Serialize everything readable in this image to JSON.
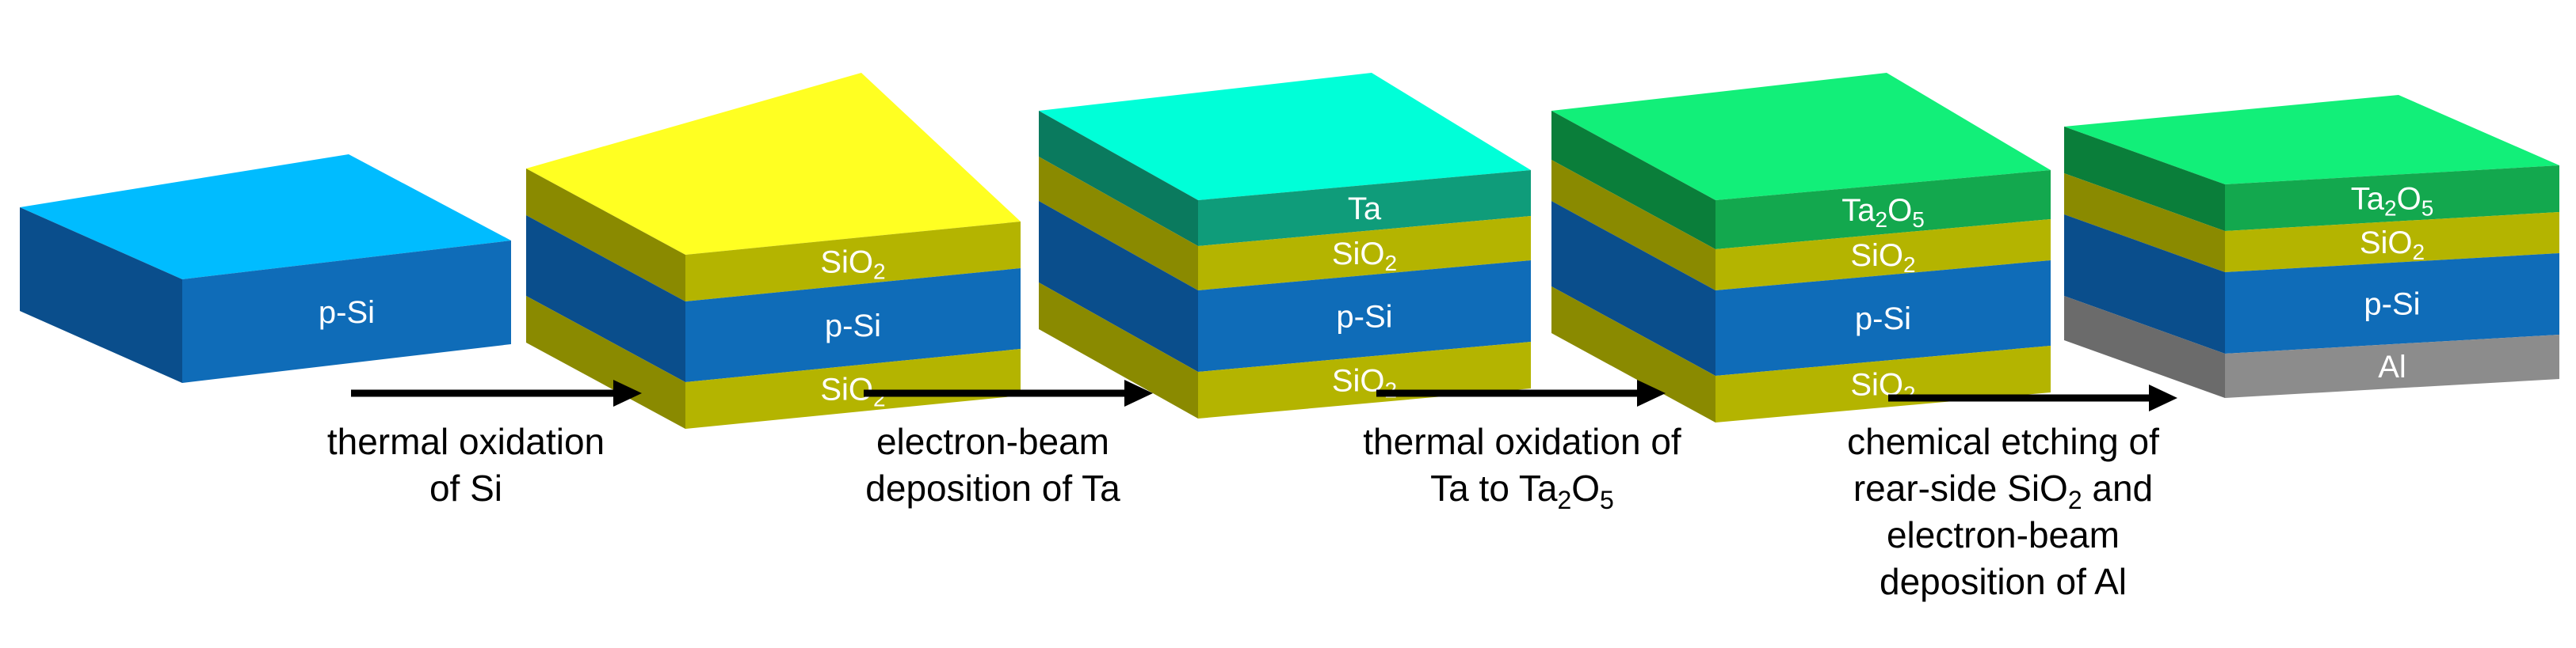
{
  "colors": {
    "p_si": "#0f6cb8",
    "p_si_side": "#0a4e8c",
    "p_si_top": "#00bcff",
    "sio2": "#b4b400",
    "sio2_side": "#8a8a00",
    "sio2_top": "#ffff22",
    "ta": "#0f9c7a",
    "ta_side": "#0a7a5e",
    "ta_top": "#00ffd8",
    "ta2o5": "#13a84e",
    "ta2o5_side": "#0a7e3a",
    "ta2o5_top": "#12ef79",
    "al": "#8c8c8c",
    "al_side": "#6b6b6b",
    "arrow": "#000000"
  },
  "stacks": [
    {
      "layers": [
        {
          "label": "p-Si",
          "material": "p_si"
        }
      ]
    },
    {
      "layers": [
        {
          "label": "SiO",
          "sub": "2",
          "material": "sio2"
        },
        {
          "label": "p-Si",
          "material": "p_si"
        },
        {
          "label": "SiO",
          "sub": "2",
          "material": "sio2"
        }
      ]
    },
    {
      "layers": [
        {
          "label": "Ta",
          "material": "ta"
        },
        {
          "label": "SiO",
          "sub": "2",
          "material": "sio2"
        },
        {
          "label": "p-Si",
          "material": "p_si"
        },
        {
          "label": "SiO",
          "sub": "2",
          "material": "sio2"
        }
      ]
    },
    {
      "layers": [
        {
          "label": "Ta",
          "sub": "2",
          "label2": "O",
          "sub2": "5",
          "material": "ta2o5"
        },
        {
          "label": "SiO",
          "sub": "2",
          "material": "sio2"
        },
        {
          "label": "p-Si",
          "material": "p_si"
        },
        {
          "label": "SiO",
          "sub": "2",
          "material": "sio2"
        }
      ]
    },
    {
      "layers": [
        {
          "label": "Ta",
          "sub": "2",
          "label2": "O",
          "sub2": "5",
          "material": "ta2o5"
        },
        {
          "label": "SiO",
          "sub": "2",
          "material": "sio2"
        },
        {
          "label": "p-Si",
          "material": "p_si"
        },
        {
          "label": "Al",
          "material": "al"
        }
      ]
    }
  ],
  "steps": [
    {
      "lines": [
        [
          "thermal oxidation"
        ],
        [
          "of Si"
        ]
      ]
    },
    {
      "lines": [
        [
          "electron-beam"
        ],
        [
          "deposition of Ta"
        ]
      ]
    },
    {
      "lines": [
        [
          "thermal oxidation of"
        ],
        [
          "Ta to Ta",
          "2",
          "O",
          "5"
        ]
      ]
    },
    {
      "lines": [
        [
          "chemical etching of"
        ],
        [
          "rear-side SiO",
          "2",
          " and"
        ],
        [
          "electron-beam"
        ],
        [
          "deposition of Al"
        ]
      ]
    }
  ]
}
